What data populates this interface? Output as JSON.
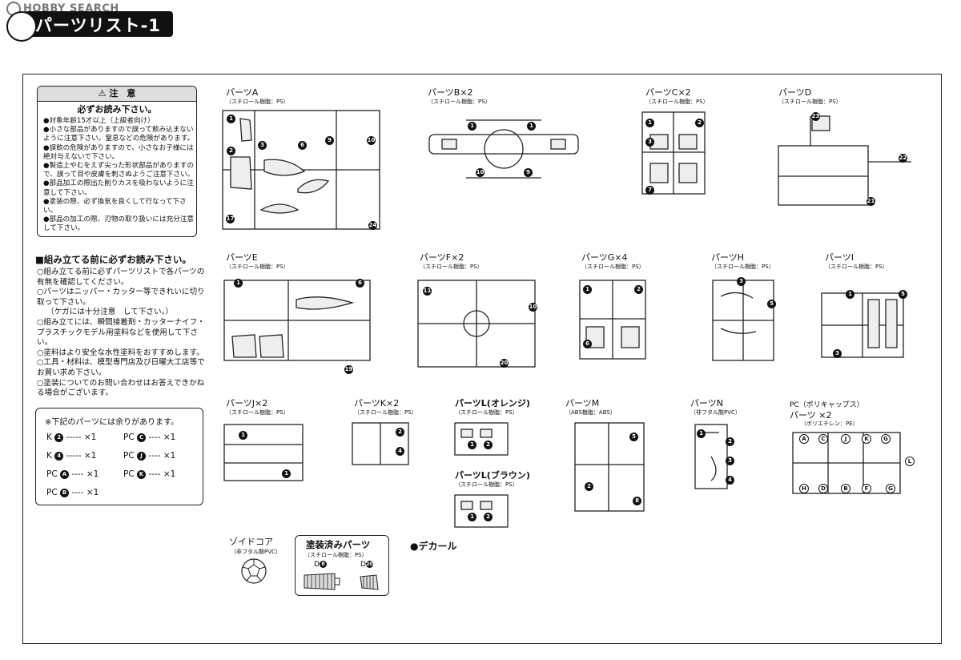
{
  "header": {
    "watermark": "HOBBY SEARCH",
    "title": "パーツリスト-1"
  },
  "caution": {
    "heading": "注　意",
    "subheading": "必ずお読み下さい。",
    "items": [
      "●対象年齢15才以上（上級者向け）",
      "●小さな部品がありますので誤って飲み込まないように注意下さい。窒息などの危険があります。",
      "●誤飲の危険がありますので、小さなお子様には絶対与えないで下さい。",
      "●製造上やむをえず尖った形状部品がありますので、誤って目や皮膚を刺さぬようご注意下さい。",
      "●部品加工の際出た削りカスを吸わないように注意して下さい。",
      "●塗装の際、必ず換気を良くして行なって下さい。",
      "●部品の加工の際、刃物の取り扱いには充分注意して下さい。"
    ]
  },
  "before_assembly": {
    "title": "■組み立てる前に必ずお読み下さい。",
    "items": [
      "○組み立てる前に必ずパーツリストで各パーツの有無を確認してください。",
      "○パーツはニッパー・カッター等できれいに切り取って下さい。",
      "（ケガには十分注意　して下さい。）",
      "○組み立てには、瞬間接着剤・カッターナイフ・プラスチックモデル用塗料などを使用して下さい。",
      "○塗料はより安全な水性塗料をおすすめします。",
      "○工具・材料は、模型専門店及び日曜大工店等でお買い求め下さい。",
      "○塗装についてのお問い合わせはお答えできかねる場合がございます。"
    ]
  },
  "spare_parts": {
    "title": "※下記のパーツには余りがあります。",
    "rows": [
      {
        "prefix": "K",
        "num": "2",
        "style": "black",
        "qty": "×1"
      },
      {
        "prefix": "K",
        "num": "4",
        "style": "black",
        "qty": "×1"
      },
      {
        "prefix": "PC",
        "num": "A",
        "style": "black",
        "qty": "×1"
      },
      {
        "prefix": "PC",
        "num": "B",
        "style": "black",
        "qty": "×1"
      },
      {
        "prefix": "PC",
        "num": "C",
        "style": "black",
        "qty": "×1"
      },
      {
        "prefix": "PC",
        "num": "J",
        "style": "black",
        "qty": "×1"
      },
      {
        "prefix": "PC",
        "num": "K",
        "style": "black",
        "qty": "×1"
      }
    ],
    "dashes": "-----",
    "short_dashes": "----"
  },
  "parts": [
    {
      "name": "パーツA",
      "material": "（スチロール樹脂：PS）"
    },
    {
      "name": "パーツB×2",
      "material": "（スチロール樹脂：PS）"
    },
    {
      "name": "パーツC×2",
      "material": "（スチロール樹脂：PS）"
    },
    {
      "name": "パーツD",
      "material": "（スチロール樹脂：PS）"
    },
    {
      "name": "パーツE",
      "material": "（スチロール樹脂：PS）"
    },
    {
      "name": "パーツF×2",
      "material": "（スチロール樹脂：PS）"
    },
    {
      "name": "パーツG×4",
      "material": "（スチロール樹脂：PS）"
    },
    {
      "name": "パーツH",
      "material": "（スチロール樹脂：PS）"
    },
    {
      "name": "パーツI",
      "material": "（スチロール樹脂：PS）"
    },
    {
      "name": "パーツJ×2",
      "material": "（スチロール樹脂：PS）"
    },
    {
      "name": "パーツK×2",
      "material": "（スチロール樹脂：PS）"
    },
    {
      "name": "パーツL(オレンジ)",
      "material": "（スチロール樹脂：PS）"
    },
    {
      "name": "パーツL(ブラウン)",
      "material": "（スチロール樹脂：PS）"
    },
    {
      "name": "パーツM",
      "material": "（ABS樹脂：ABS）"
    },
    {
      "name": "パーツN",
      "material": "（非フタル酸PVC）"
    },
    {
      "name": "パーツ ×2",
      "prefix": "PC（ポリキャップス）",
      "material": "（ポリエチレン：PE）"
    }
  ],
  "zoid_core": {
    "name": "ゾイドコア",
    "material": "（非フタル酸PVC）"
  },
  "painted": {
    "name": "塗装済みパーツ",
    "material": "（スチロール樹脂：PS）",
    "left_label": "D",
    "left_num": "8",
    "right_label": "D",
    "right_num": "20"
  },
  "decal": "●デカール"
}
